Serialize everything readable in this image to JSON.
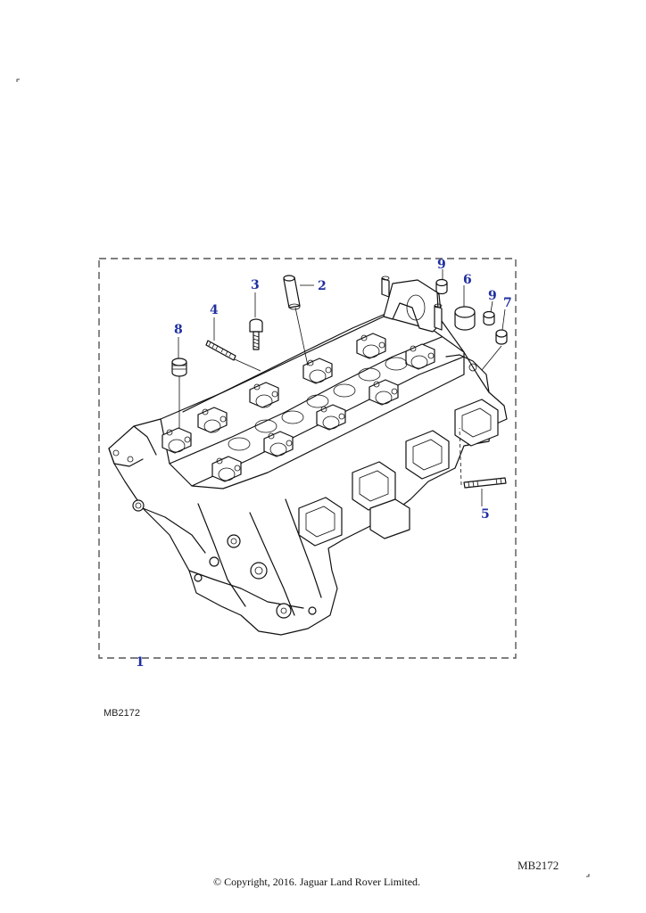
{
  "diagram": {
    "callouts": [
      {
        "id": "c1",
        "label": "1"
      },
      {
        "id": "c2",
        "label": "2"
      },
      {
        "id": "c3",
        "label": "3"
      },
      {
        "id": "c4",
        "label": "4"
      },
      {
        "id": "c5",
        "label": "5"
      },
      {
        "id": "c6",
        "label": "6"
      },
      {
        "id": "c7",
        "label": "7"
      },
      {
        "id": "c8",
        "label": "8"
      },
      {
        "id": "c9a",
        "label": "9"
      },
      {
        "id": "c9b",
        "label": "9"
      }
    ],
    "figure_ref": "MB2172",
    "page_ref": "MB2172",
    "copyright": "© Copyright, 2016. Jaguar Land Rover Limited.",
    "callout_color": "#1f2fa0",
    "line_color": "#111111"
  }
}
